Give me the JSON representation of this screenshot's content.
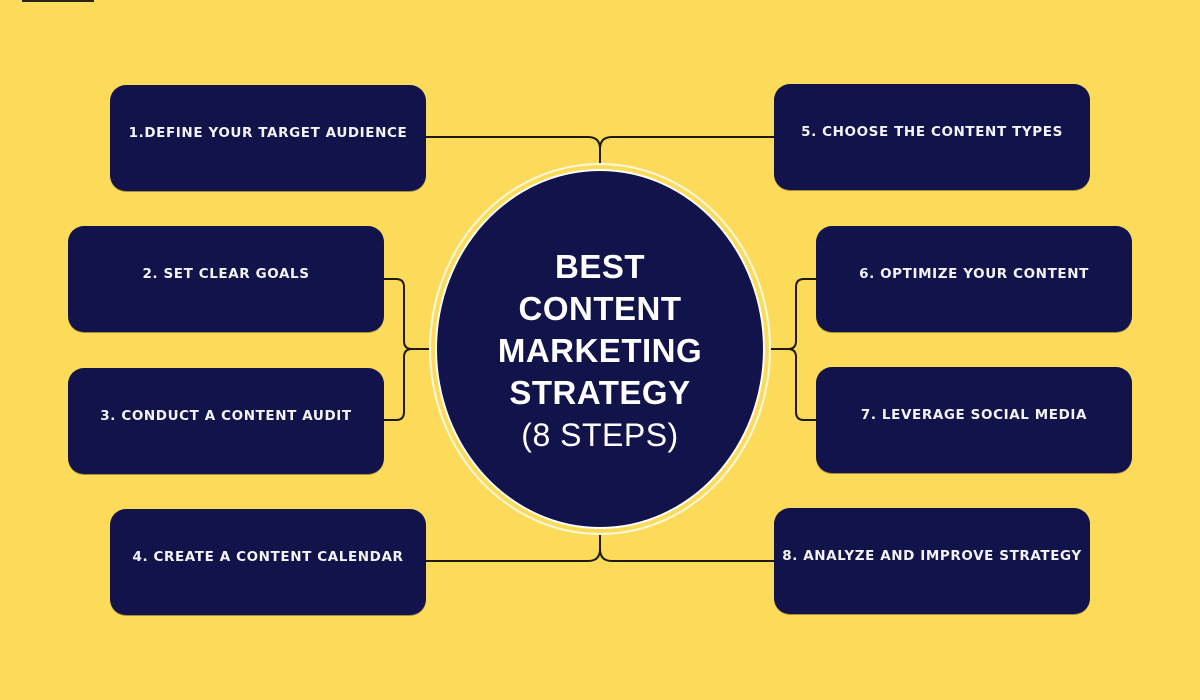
{
  "colors": {
    "background": "#FDDB5A",
    "box": "#12134A",
    "box_text": "#F4F4F8",
    "hub": "#12134A",
    "hub_ring": "#FFFFFF",
    "connector": "#1E1A10"
  },
  "hub": {
    "title_lines": [
      "BEST",
      "CONTENT",
      "MARKETING",
      "STRATEGY"
    ],
    "subtitle": "(8 STEPS)"
  },
  "steps": [
    {
      "number": 1,
      "label": "1.DEFINE YOUR TARGET AUDIENCE"
    },
    {
      "number": 2,
      "label": "2. SET CLEAR GOALS"
    },
    {
      "number": 3,
      "label": "3. CONDUCT A CONTENT AUDIT"
    },
    {
      "number": 4,
      "label": "4. CREATE A CONTENT CALENDAR"
    },
    {
      "number": 5,
      "label": "5. CHOOSE THE CONTENT TYPES"
    },
    {
      "number": 6,
      "label": "6. OPTIMIZE YOUR CONTENT"
    },
    {
      "number": 7,
      "label": "7. LEVERAGE SOCIAL MEDIA"
    },
    {
      "number": 8,
      "label": "8. ANALYZE AND IMPROVE STRATEGY"
    }
  ]
}
